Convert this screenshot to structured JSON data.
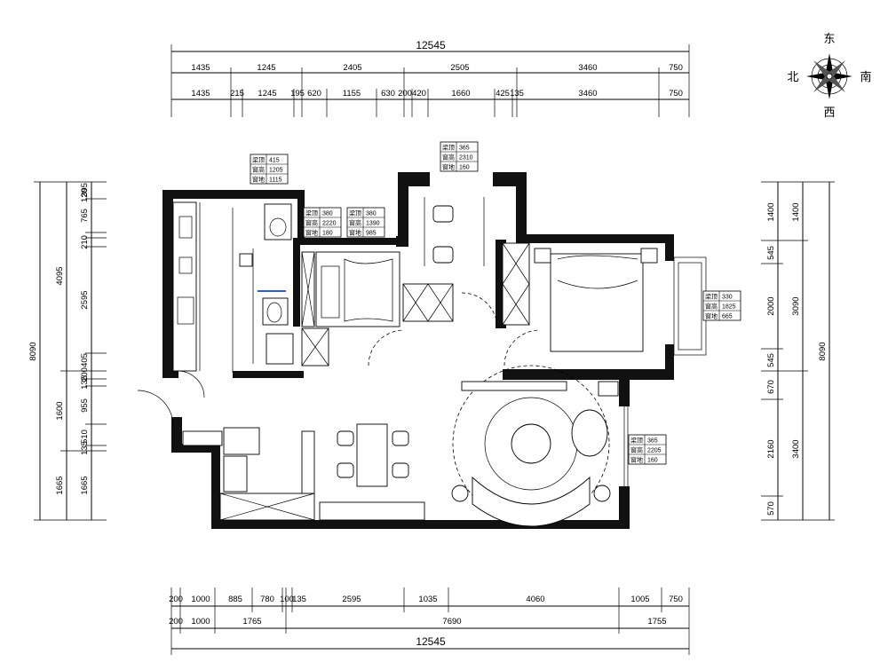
{
  "compass": {
    "north": "北",
    "east": "东",
    "south": "南",
    "west": "西"
  },
  "dims": {
    "top_total": "12545",
    "top_row1": [
      "1435",
      "1245",
      "2405",
      "2505",
      "3460",
      "750"
    ],
    "top_row2": [
      "1435",
      "215",
      "1245",
      "195",
      "620",
      "1155",
      "630",
      "200",
      "420",
      "1660",
      "425",
      "135",
      "3460",
      "750"
    ],
    "bottom_row1": [
      "200",
      "1000",
      "885",
      "780",
      "100",
      "135",
      "2595",
      "1035",
      "4060",
      "1005",
      "750"
    ],
    "bottom_row2": [
      "200",
      "1000",
      "1765",
      "7690",
      "1755"
    ],
    "bottom_total": "12545",
    "left_outer": [
      "4095",
      "1600",
      "1665"
    ],
    "left_total": "8090",
    "left_inner": [
      "395",
      "765",
      "120",
      "210",
      "2595",
      "405",
      "200",
      "135",
      "955",
      "510",
      "135",
      "1665"
    ],
    "right_inner": [
      "1400",
      "545",
      "2000",
      "545",
      "670",
      "2160",
      "570"
    ],
    "right_outer": [
      "1400",
      "3090",
      "3400"
    ],
    "right_total": "8090"
  },
  "tags": [
    {
      "rows": [
        [
          "梁顶",
          "415"
        ],
        [
          "窗高",
          "1205"
        ],
        [
          "窗地",
          "1115"
        ]
      ]
    },
    {
      "rows": [
        [
          "梁顶",
          "365"
        ],
        [
          "窗高",
          "2310"
        ],
        [
          "窗地",
          "160"
        ]
      ]
    },
    {
      "rows": [
        [
          "梁顶",
          "380"
        ],
        [
          "窗高",
          "2220"
        ],
        [
          "窗地",
          "180"
        ]
      ]
    },
    {
      "rows": [
        [
          "梁顶",
          "380"
        ],
        [
          "窗高",
          "1390"
        ],
        [
          "窗地",
          "985"
        ]
      ]
    },
    {
      "rows": [
        [
          "梁顶",
          "330"
        ],
        [
          "窗高",
          "1825"
        ],
        [
          "窗地",
          "665"
        ]
      ]
    },
    {
      "rows": [
        [
          "梁顶",
          "365"
        ],
        [
          "窗高",
          "2205"
        ],
        [
          "窗地",
          "160"
        ]
      ]
    }
  ]
}
